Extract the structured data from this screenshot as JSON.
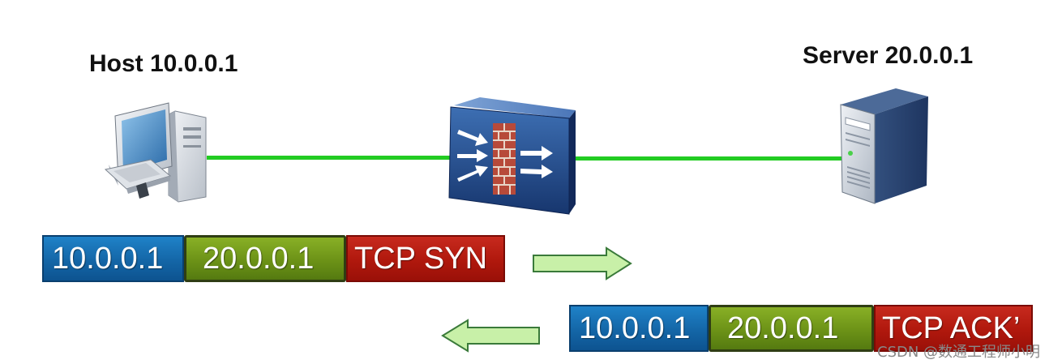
{
  "host": {
    "label": "Host 10.0.0.1",
    "icon": "desktop-pc-icon"
  },
  "server": {
    "label": "Server 20.0.0.1",
    "icon": "server-tower-icon"
  },
  "firewall": {
    "icon": "firewall-icon"
  },
  "links": {
    "color": "#22cc22"
  },
  "packets": [
    {
      "src": "10.0.0.1",
      "dst": "20.0.0.1",
      "proto": "TCP SYN"
    },
    {
      "src": "10.0.0.1",
      "dst": "20.0.0.1",
      "proto": "TCP ACK’"
    }
  ],
  "arrows": {
    "fill": "#c8f0a8",
    "stroke": "#3a7a3a"
  },
  "colors": {
    "src": "#1466a7",
    "dst": "#6c9217",
    "proto": "#b0180d"
  },
  "watermark": "CSDN @数通工程师小明"
}
